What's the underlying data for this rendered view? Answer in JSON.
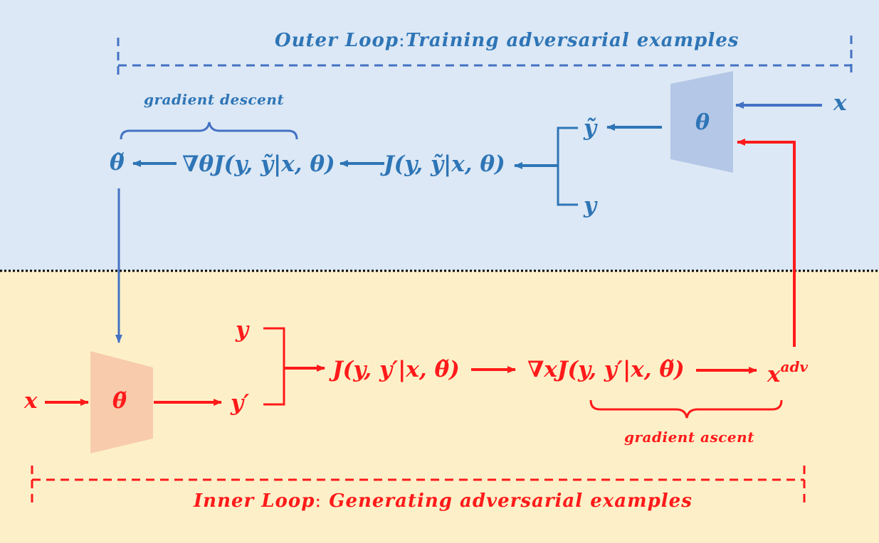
{
  "outer": {
    "title_bold": "Outer Loop",
    "title_colon": ":",
    "title_rest": "Training adversarial examples",
    "note": "gradient descent",
    "input_x": "x",
    "model_theta": "θ",
    "y_tilde": "ỹ",
    "y": "y",
    "loss": "J(y, ỹ|x, θ)",
    "gradient": "∇θJ(y, ỹ|x, θ)",
    "theta_tilde": "θ̃"
  },
  "inner": {
    "title_bold": "Inner Loop",
    "title_colon": ":",
    "title_rest": "Generating adversarial examples",
    "note": "gradient ascent",
    "input_x": "x",
    "model_theta_tilde": "θ̃",
    "y": "y",
    "y_prime": "y′",
    "loss": "J(y, y′|x, θ̃)",
    "gradient": "∇xJ(y, y′|x, θ̃)",
    "x_adv_base": "x",
    "x_adv_sup": "adv"
  },
  "colors": {
    "outer_bg": "#dce8f5",
    "inner_bg": "#fdf0c9",
    "outer_accent": "#2e75b6",
    "outer_arrow": "#4472c4",
    "inner_accent": "#ff1a1a",
    "outer_model_fill": "#b4c7e7",
    "inner_model_fill": "#f8cbad",
    "divider": "#000000"
  }
}
